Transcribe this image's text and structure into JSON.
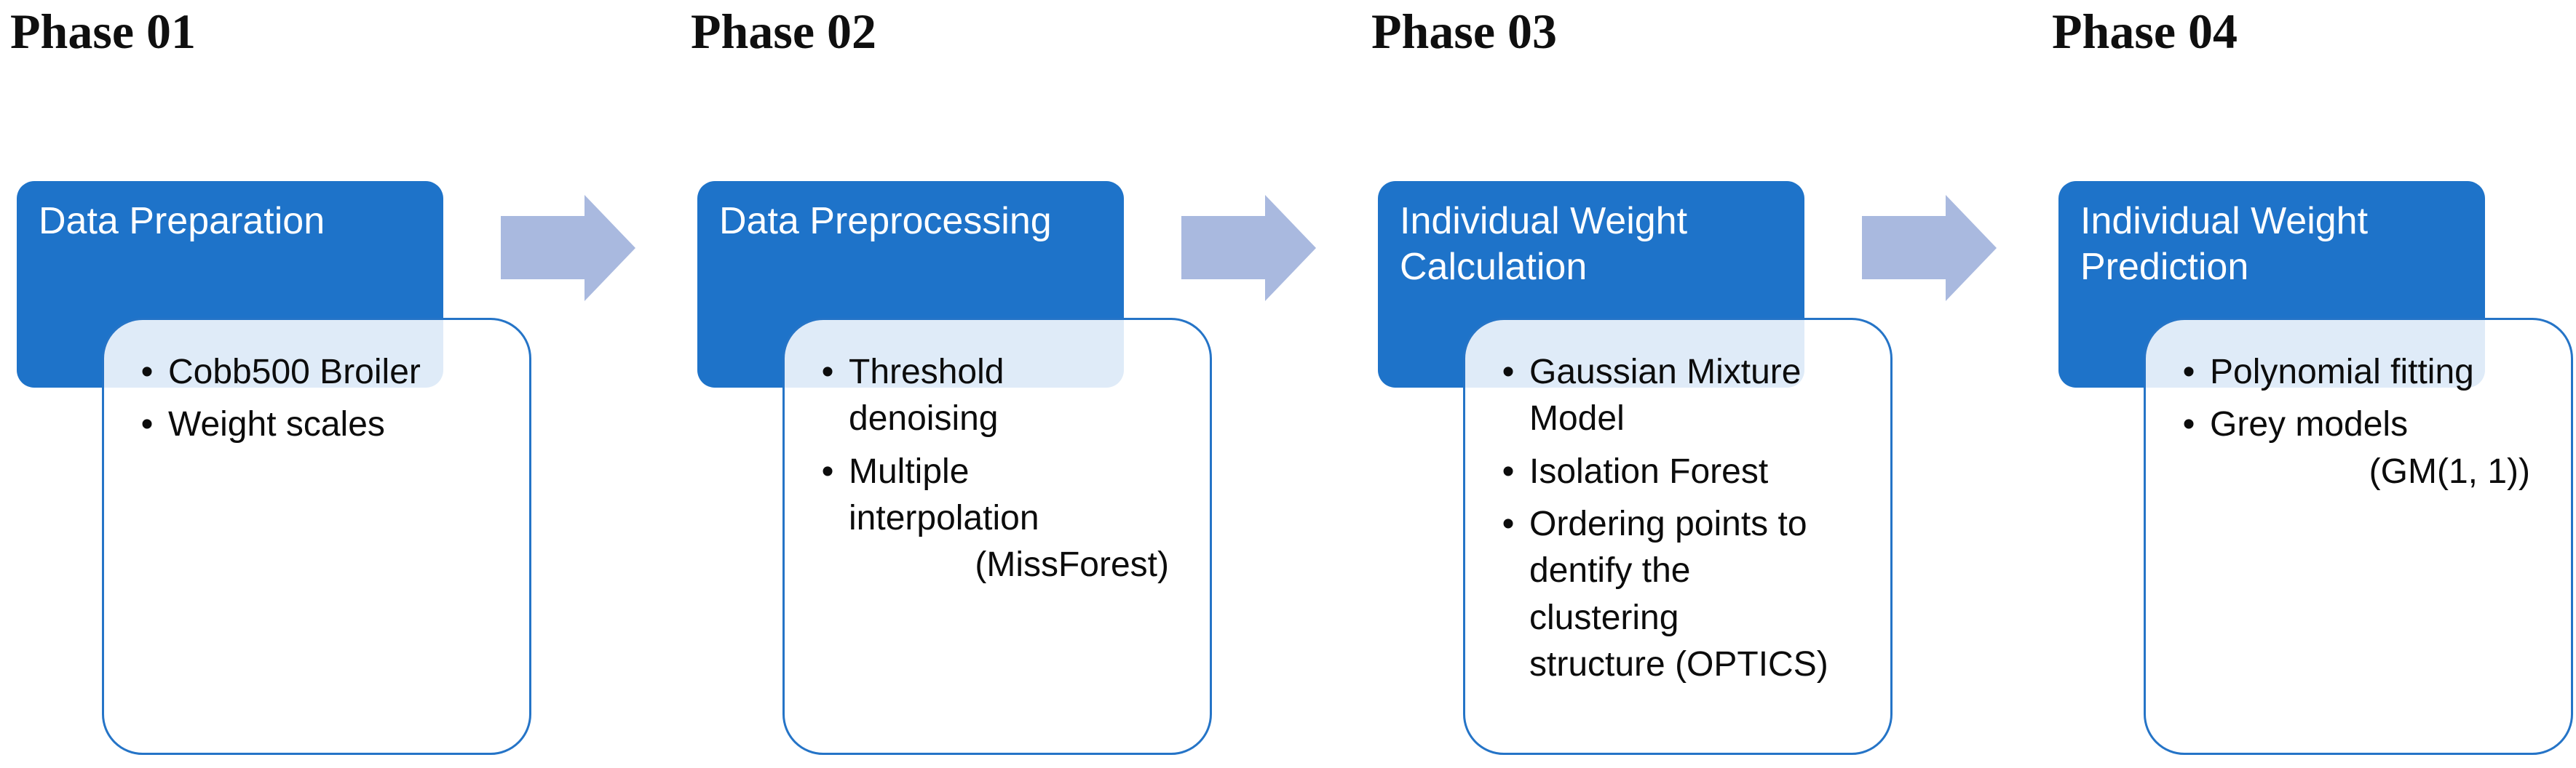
{
  "diagram": {
    "description": "Four-phase broiler weight analysis workflow",
    "colors": {
      "title_box_fill": "#1e73c9",
      "card_border": "#2574c7",
      "card_overlap_tint": "#e2e9f7",
      "arrow_fill": "#a9b9df",
      "heading_text": "#ffffff",
      "body_text": "#0c0c0c",
      "label_text": "#0f0f0f",
      "background": "#ffffff"
    },
    "arrow_icon": "right-block-arrow"
  },
  "phases": [
    {
      "label": "Phase 01",
      "heading": "Data Preparation",
      "bullets": [
        {
          "text": "Cobb500 Broiler"
        },
        {
          "text": "Weight scales"
        }
      ]
    },
    {
      "label": "Phase 02",
      "heading": "Data Preprocessing",
      "bullets": [
        {
          "text": "Threshold\ndenoising"
        },
        {
          "text": "Multiple\ninterpolation",
          "sub": "(MissForest)"
        }
      ]
    },
    {
      "label": "Phase 03",
      "heading": "Individual Weight\nCalculation",
      "bullets": [
        {
          "text": "Gaussian Mixture\nModel"
        },
        {
          "text": "Isolation Forest"
        },
        {
          "text": "Ordering points to\ndentify the\nclustering\nstructure (OPTICS)"
        }
      ]
    },
    {
      "label": "Phase 04",
      "heading": "Individual Weight\nPrediction",
      "bullets": [
        {
          "text": "Polynomial fitting"
        },
        {
          "text": "Grey models",
          "sub": "(GM(1, 1))"
        }
      ]
    }
  ]
}
